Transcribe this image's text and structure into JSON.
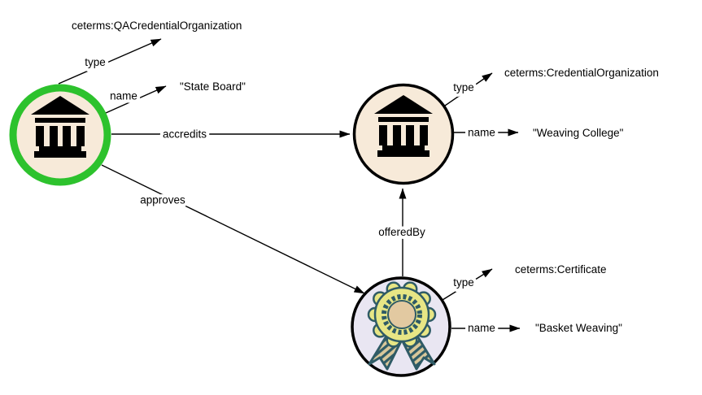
{
  "diagram": {
    "nodes": {
      "qa_organization": {
        "icon": "bank-icon",
        "highlighted": true,
        "properties": {
          "type_label": "type",
          "type_value": "ceterms:QACredentialOrganization",
          "name_label": "name",
          "name_value": "\"State Board\""
        }
      },
      "credential_organization": {
        "icon": "bank-icon",
        "highlighted": false,
        "properties": {
          "type_label": "type",
          "type_value": "ceterms:CredentialOrganization",
          "name_label": "name",
          "name_value": "\"Weaving College\""
        }
      },
      "certificate": {
        "icon": "award-ribbon-icon",
        "highlighted": false,
        "properties": {
          "type_label": "type",
          "type_value": "ceterms:Certificate",
          "name_label": "name",
          "name_value": "\"Basket Weaving\""
        }
      }
    },
    "edges": {
      "accredits": {
        "label": "accredits",
        "from": "qa_organization",
        "to": "credential_organization"
      },
      "approves": {
        "label": "approves",
        "from": "qa_organization",
        "to": "certificate"
      },
      "offered_by": {
        "label": "offeredBy",
        "from": "certificate",
        "to": "credential_organization"
      }
    },
    "colors": {
      "canvas_background": "#ffffff",
      "line": "#000000",
      "text": "#000000",
      "qa_highlight_border": "#2dc22d",
      "node_border": "#000000",
      "organization_fill": "#f7ead9",
      "certificate_fill": "#e9e6f2",
      "award_outline": "#2f5b66",
      "award_rosette": "#e7e685",
      "award_center": "#e2c9a1",
      "award_ribbon": "#d9c79a"
    }
  }
}
